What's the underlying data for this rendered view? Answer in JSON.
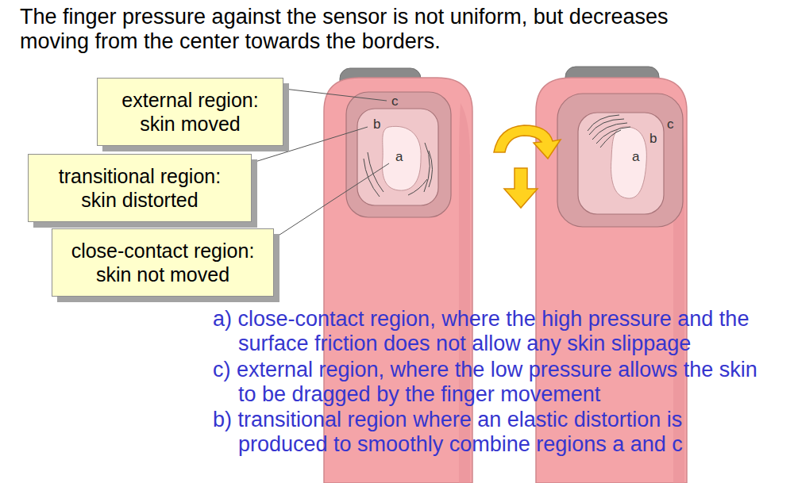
{
  "diagram": {
    "title": "The finger pressure against the sensor is not uniform, but decreases moving from the center towards the borders.",
    "nodes": [
      {
        "text": [
          "external region: skin moved"
        ]
      },
      {
        "text": [
          "transitional region: skin distorted"
        ]
      },
      {
        "text": [
          "close-contact region: skin not moved"
        ]
      }
    ],
    "labels": [
      "c",
      "b",
      "a",
      "c",
      "b",
      "a",
      "a) close-contact region, where the high pressure and the surface friction does not allow any skin slippage",
      "c) external region, where the low pressure allows the skin to be dragged by the finger movement",
      "b) transitional region where an elastic distortion is produced to smoothly combine regions a and c"
    ]
  }
}
